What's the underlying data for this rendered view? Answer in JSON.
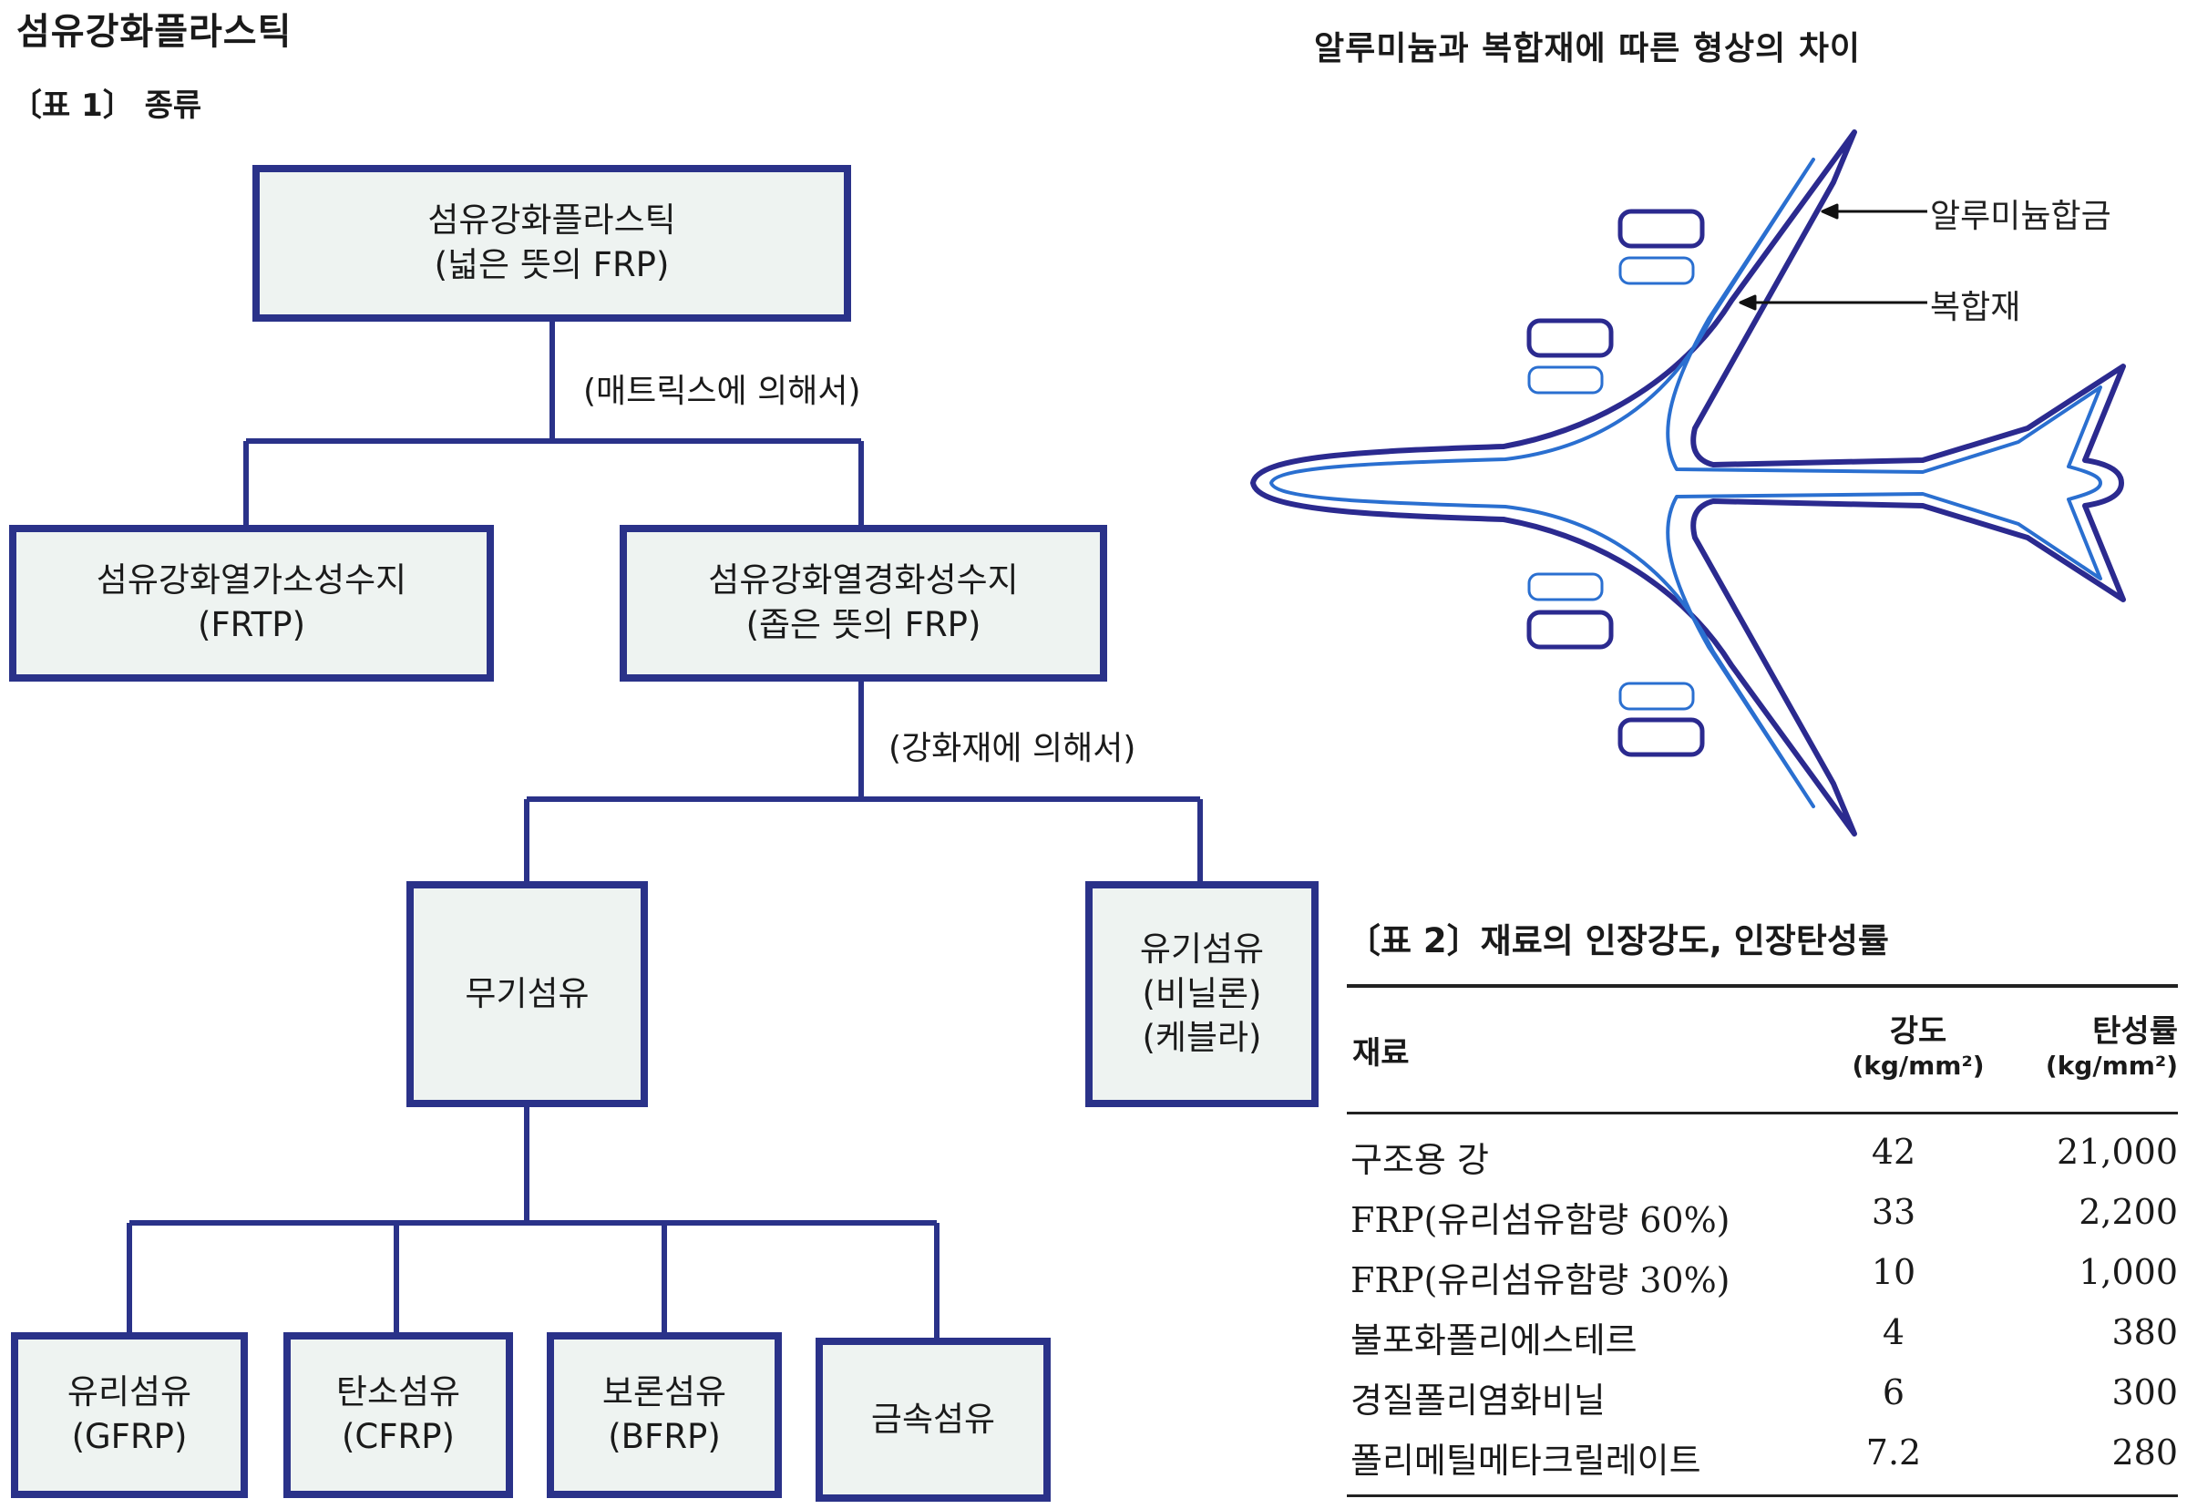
{
  "page": {
    "title": "섬유강화플라스틱",
    "table1_caption": "〔표 1〕 종류"
  },
  "tree": {
    "root": {
      "line1": "섬유강화플라스틱",
      "line2": "(넓은 뜻의 FRP)"
    },
    "note_matrix": "(매트릭스에 의해서)",
    "thermoplastic": {
      "line1": "섬유강화열가소성수지",
      "line2": "(FRTP)"
    },
    "thermoset": {
      "line1": "섬유강화열경화성수지",
      "line2": "(좁은 뜻의 FRP)"
    },
    "note_reinforcement": "(강화재에 의해서)",
    "inorganic": {
      "line1": "무기섬유"
    },
    "organic": {
      "line1": "유기섬유",
      "line2": "(비닐론)",
      "line3": "(케블라)"
    },
    "glass": {
      "line1": "유리섬유",
      "line2": "(GFRP)"
    },
    "carbon": {
      "line1": "탄소섬유",
      "line2": "(CFRP)"
    },
    "boron": {
      "line1": "보론섬유",
      "line2": "(BFRP)"
    },
    "metal": {
      "line1": "금속섬유"
    }
  },
  "airplane": {
    "title": "알루미늄과 복합재에 따른 형상의 차이",
    "label_aluminum": "알루미늄합금",
    "label_composite": "복합재",
    "colors": {
      "outer": "#2b2a8f",
      "inner": "#2a6fd0",
      "accent": "#8a3fb5"
    }
  },
  "table2": {
    "caption": "〔표 2〕재료의 인장강도, 인장탄성률",
    "headers": {
      "material": "재료",
      "strength": "강도",
      "strength_unit": "(kg/mm²)",
      "modulus": "탄성률",
      "modulus_unit": "(kg/mm²)"
    },
    "rows": [
      {
        "material": "구조용 강",
        "strength": "42",
        "modulus": "21,000"
      },
      {
        "material": "FRP(유리섬유함량 60%)",
        "strength": "33",
        "modulus": "2,200"
      },
      {
        "material": "FRP(유리섬유함량 30%)",
        "strength": "10",
        "modulus": "1,000"
      },
      {
        "material": "불포화폴리에스테르",
        "strength": "4",
        "modulus": "380"
      },
      {
        "material": "경질폴리염화비닐",
        "strength": "6",
        "modulus": "300"
      },
      {
        "material": "폴리메틸메타크릴레이트",
        "strength": "7.2",
        "modulus": "280"
      }
    ]
  }
}
